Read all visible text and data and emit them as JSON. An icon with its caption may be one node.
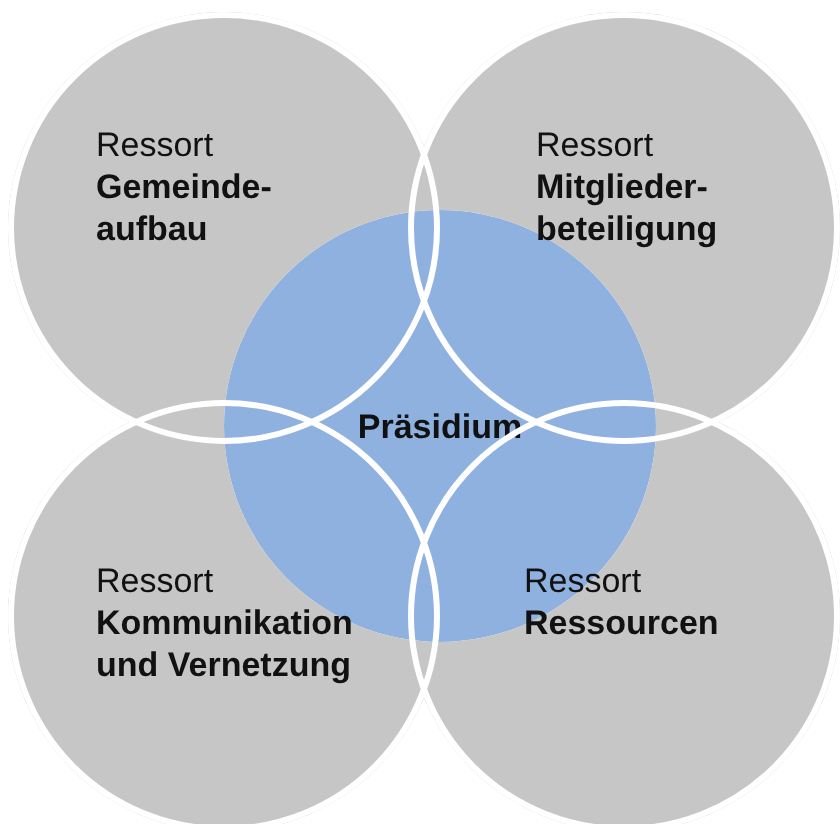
{
  "diagram": {
    "nodes": [
      {
        "text": [
          "Ressort",
          "Gemeinde- aufbau"
        ]
      },
      {
        "text": [
          "Ressort",
          "Mitglieder- beteiligung"
        ]
      },
      {
        "text": [
          "Präsidium"
        ]
      },
      {
        "text": [
          "Ressort",
          "Kommunikation und Vernetzung"
        ]
      },
      {
        "text": [
          "Ressort",
          "Ressourcen"
        ]
      }
    ],
    "edges": []
  }
}
